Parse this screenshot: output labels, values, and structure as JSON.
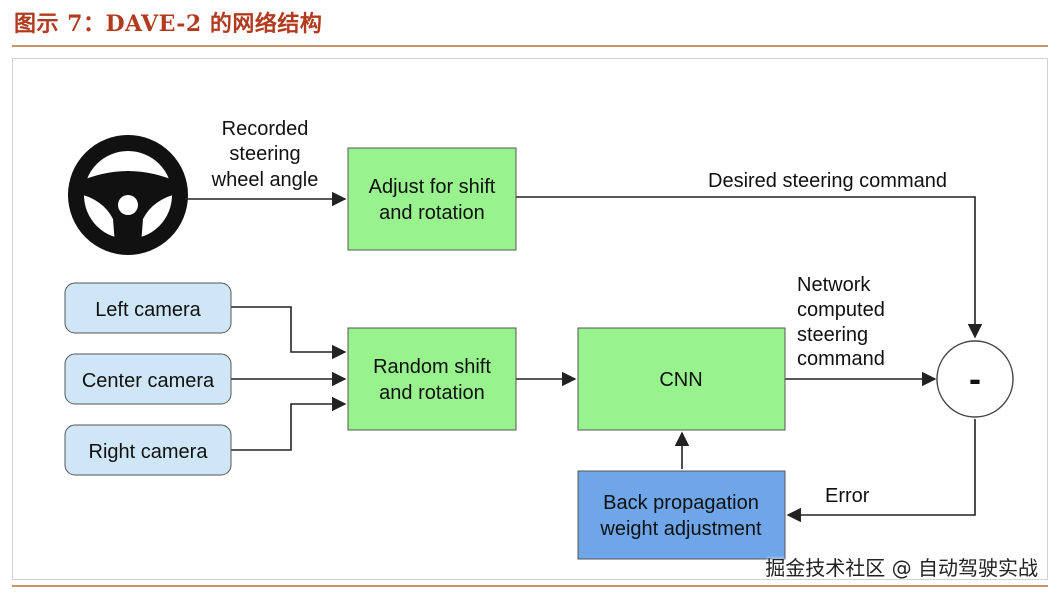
{
  "title": "图示 7：DAVE-2 的网络结构",
  "diagram": {
    "nodes": {
      "steering_wheel": {
        "icon": "steering-wheel-icon"
      },
      "adjust": {
        "line1": "Adjust for shift",
        "line2": "and rotation"
      },
      "left_camera": {
        "label": "Left camera"
      },
      "center_camera": {
        "label": "Center camera"
      },
      "right_camera": {
        "label": "Right camera"
      },
      "random_shift": {
        "line1": "Random shift",
        "line2": "and rotation"
      },
      "cnn": {
        "label": "CNN"
      },
      "backprop": {
        "line1": "Back propagation",
        "line2": "weight adjustment"
      },
      "difference": {
        "symbol": "-"
      }
    },
    "edge_labels": {
      "recorded": [
        "Recorded",
        "steering",
        "wheel angle"
      ],
      "desired": "Desired steering command",
      "network": [
        "Network",
        "computed",
        "steering",
        "command"
      ],
      "error": "Error"
    },
    "colors": {
      "green_node": "#98f28d",
      "blue_camera": "#cfe6f6",
      "blue_backprop": "#6fa6e9",
      "edge": "#222222"
    }
  },
  "watermark": "掘金技术社区 @ 自动驾驶实战"
}
